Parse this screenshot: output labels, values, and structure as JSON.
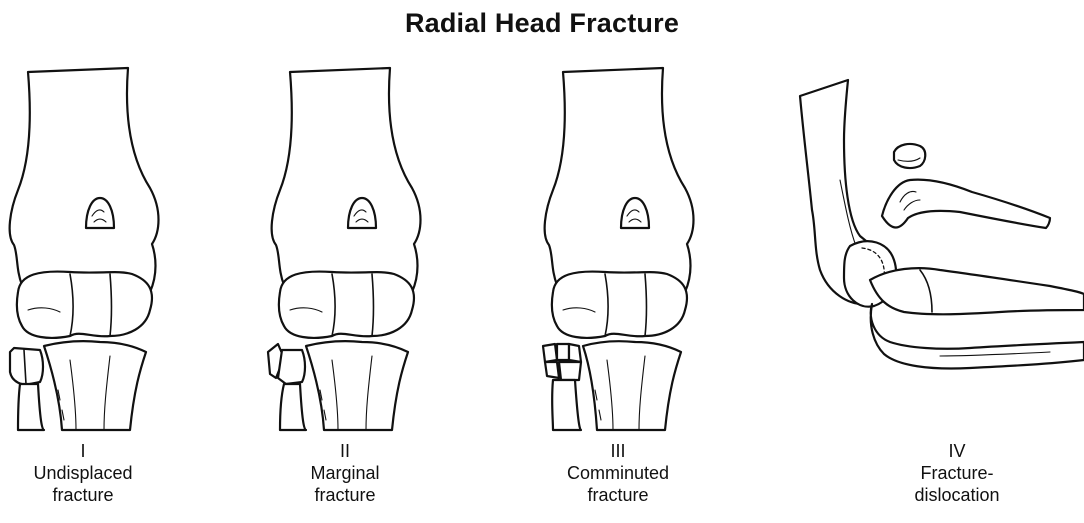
{
  "title": "Radial Head Fracture",
  "panels": [
    {
      "grade": "I",
      "line1": "Undisplaced",
      "line2": "fracture"
    },
    {
      "grade": "II",
      "line1": "Marginal",
      "line2": "fracture"
    },
    {
      "grade": "III",
      "line1": "Comminuted",
      "line2": "fracture"
    },
    {
      "grade": "IV",
      "line1": "Fracture-",
      "line2": "dislocation"
    }
  ]
}
